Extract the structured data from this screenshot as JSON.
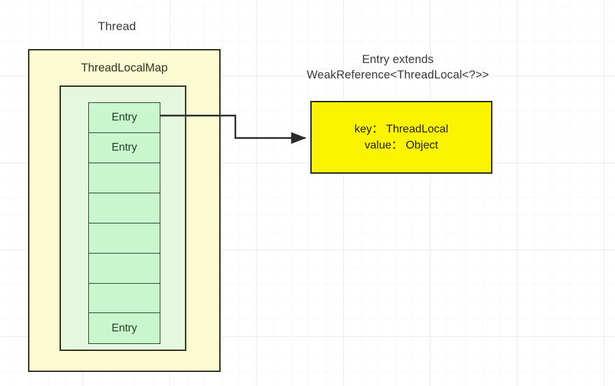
{
  "diagram": {
    "title_labels": {
      "thread": "Thread",
      "threadlocalmap": "ThreadLocalMap",
      "entry_extends": "Entry extends\nWeakReference<ThreadLocal<?>>"
    },
    "entry_table": {
      "cells": [
        {
          "label": "Entry"
        },
        {
          "label": "Entry"
        },
        {
          "label": ""
        },
        {
          "label": ""
        },
        {
          "label": ""
        },
        {
          "label": ""
        },
        {
          "label": ""
        },
        {
          "label": "Entry"
        }
      ]
    },
    "entry_detail": {
      "key_line": "key： ThreadLocal",
      "value_line": "value： Object"
    },
    "connector": {
      "from": "entry-cell-0",
      "to": "entry-detail-box",
      "style": "elbow-arrow"
    },
    "colors": {
      "thread_fill": "#FBFBD4",
      "map_fill": "#E3F8DC",
      "entry_cell_fill": "#C9F6CC",
      "entry_detail_fill": "#FBF400",
      "stroke": "#333324",
      "entry_text": "#1D3D1D",
      "label_text": "#3A3A3A",
      "background": "#FFFFFF"
    }
  }
}
